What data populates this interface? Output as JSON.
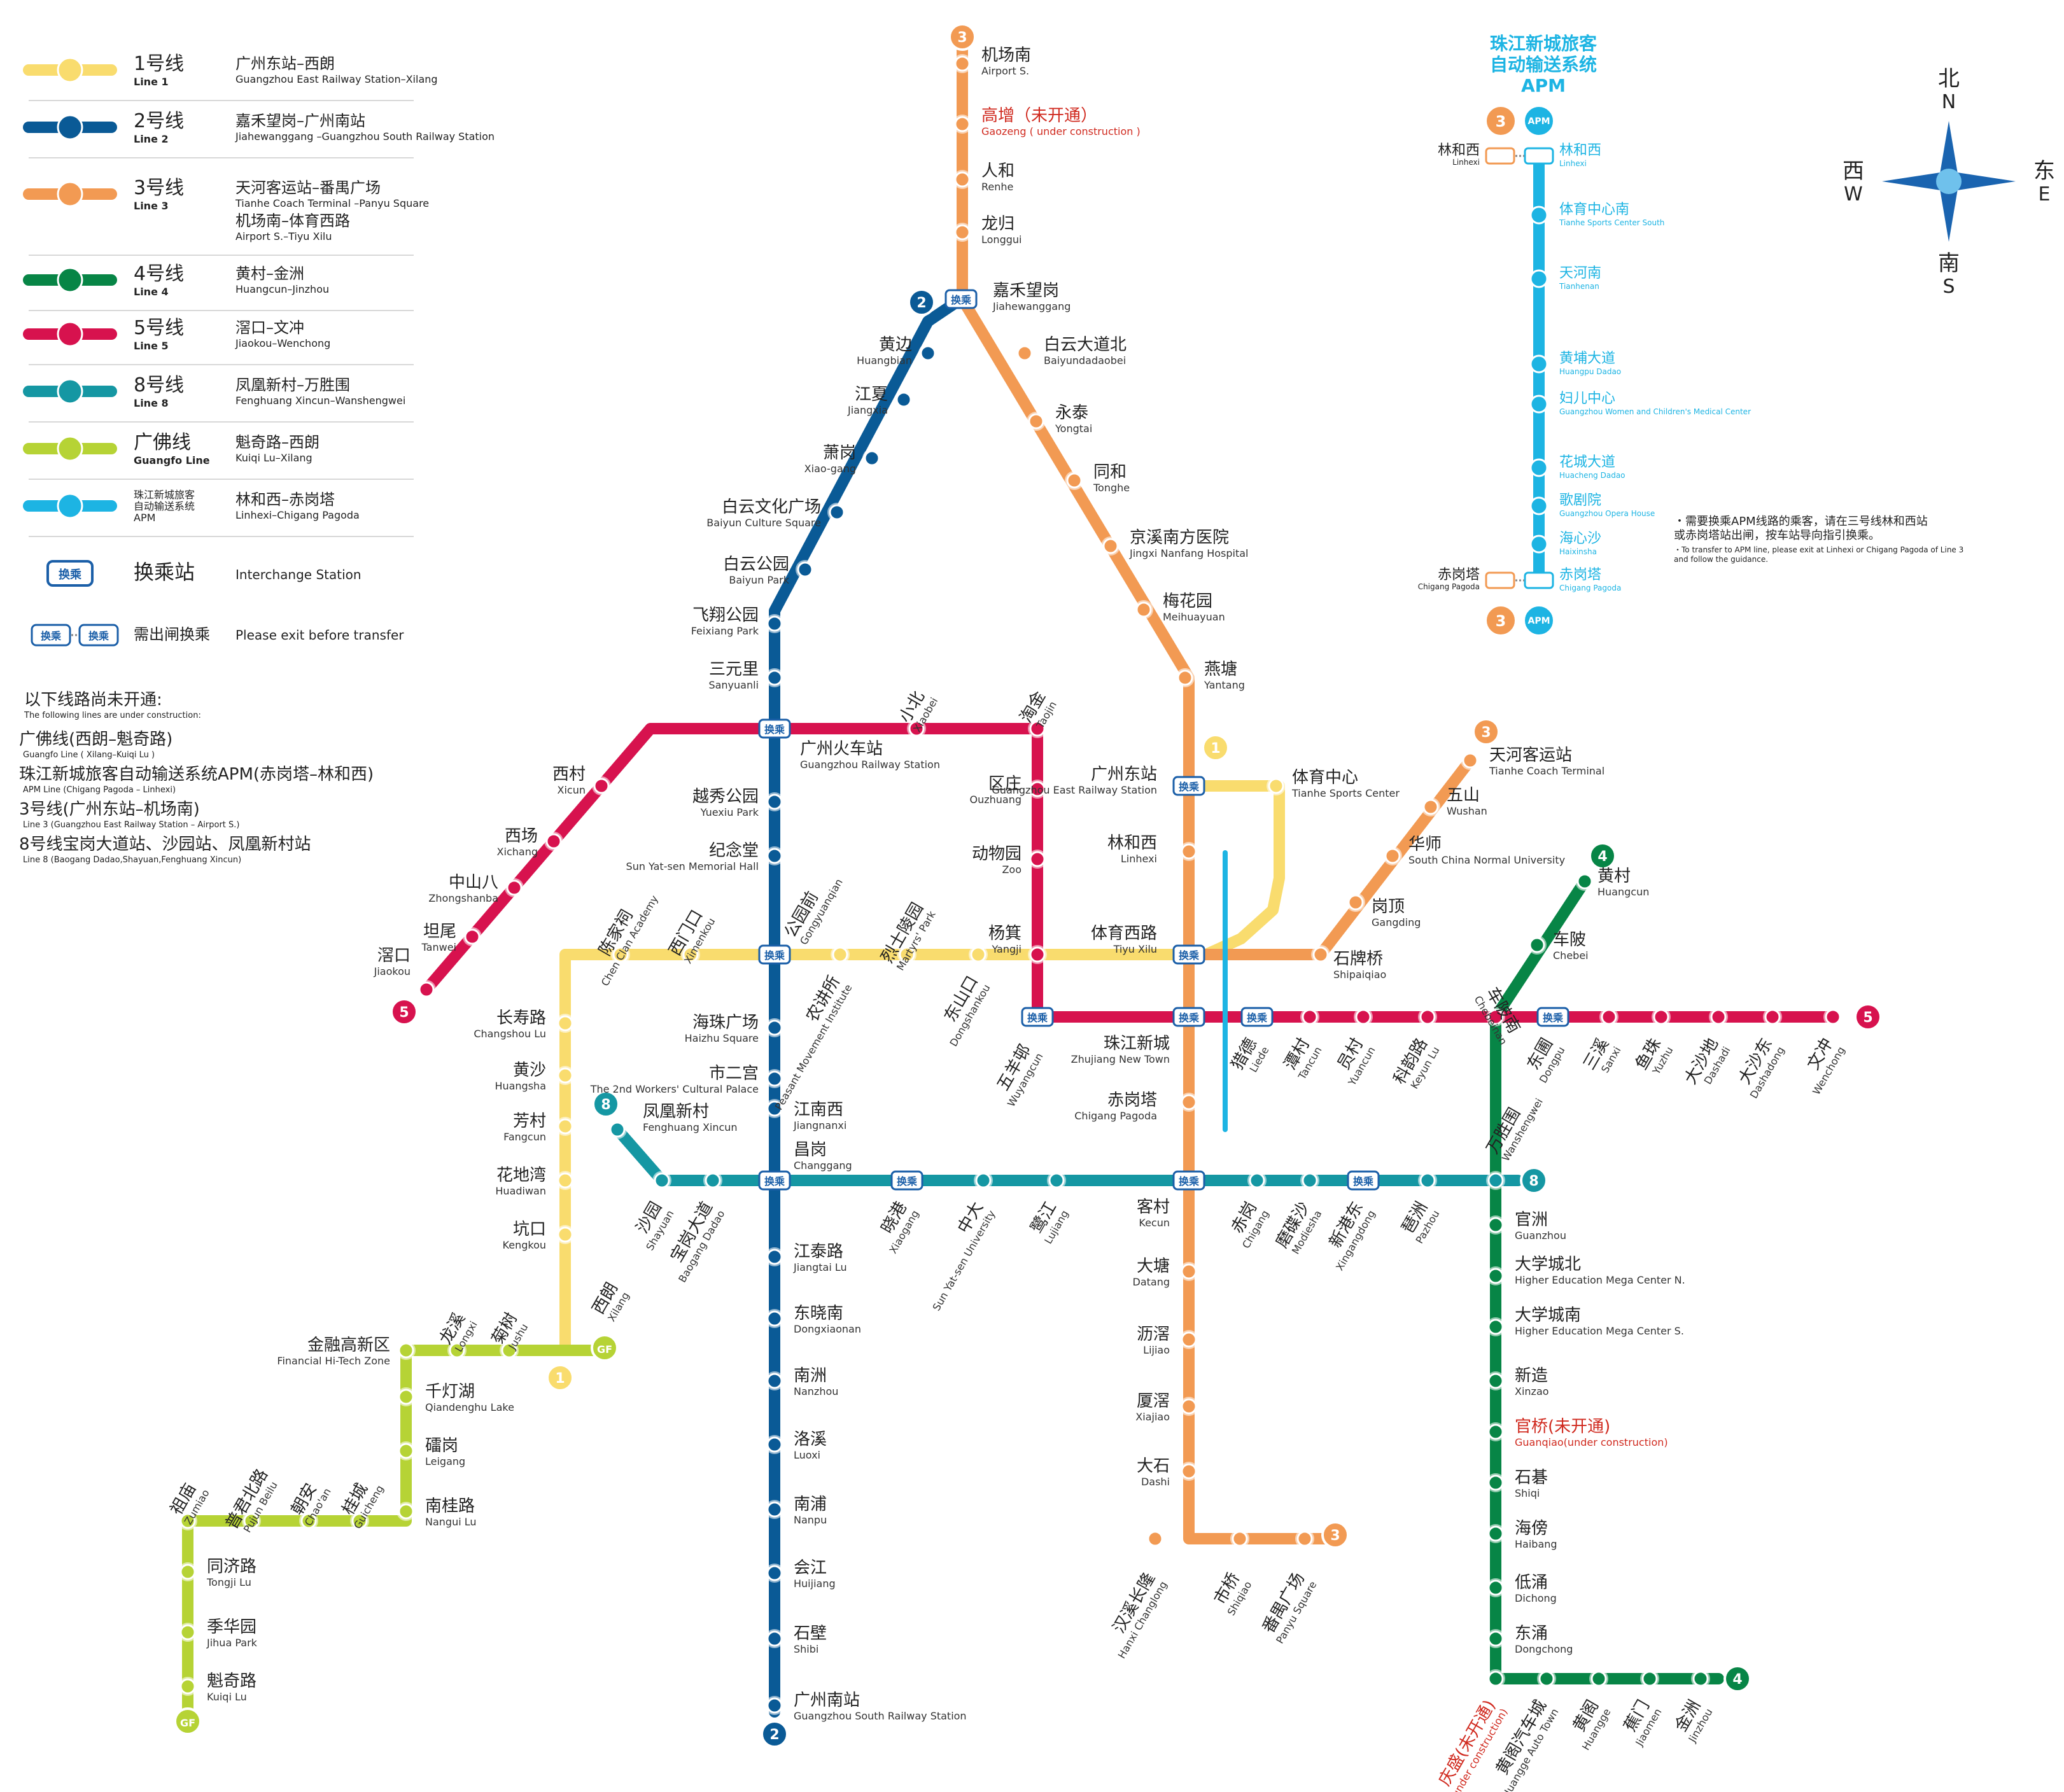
{
  "colors": {
    "line1": "#F9DC6E",
    "line2": "#0A5A96",
    "line3": "#F29A53",
    "line4": "#078546",
    "line5": "#D7124E",
    "line8": "#1597A3",
    "gf": "#B6D335",
    "apm": "#1DB4E3",
    "uc": "#D02A1F"
  },
  "legend": {
    "lines": [
      {
        "key": "line1",
        "name": "1号线",
        "en": "Line 1",
        "route_cn": "广州东站–西朗",
        "route_en": "Guangzhou East Railway Station–Xilang"
      },
      {
        "key": "line2",
        "name": "2号线",
        "en": "Line 2",
        "route_cn": "嘉禾望岗–广州南站",
        "route_en": "Jiahewanggang –Guangzhou South Railway Station"
      },
      {
        "key": "line3",
        "name": "3号线",
        "en": "Line 3",
        "route_cn": "天河客运站–番禺广场",
        "route_en": "Tianhe Coach Terminal –Panyu Square",
        "route2_cn": "机场南–体育西路",
        "route2_en": "Airport S.–Tiyu Xilu"
      },
      {
        "key": "line4",
        "name": "4号线",
        "en": "Line 4",
        "route_cn": "黄村–金洲",
        "route_en": "Huangcun–Jinzhou"
      },
      {
        "key": "line5",
        "name": "5号线",
        "en": "Line 5",
        "route_cn": "滘口–文冲",
        "route_en": "Jiaokou–Wenchong"
      },
      {
        "key": "line8",
        "name": "8号线",
        "en": "Line 8",
        "route_cn": "凤凰新村–万胜围",
        "route_en": "Fenghuang Xincun–Wanshengwei"
      },
      {
        "key": "gf",
        "name": "广佛线",
        "en": "Guangfo Line",
        "route_cn": "魁奇路–西朗",
        "route_en": "Kuiqi Lu–Xilang"
      },
      {
        "key": "apm",
        "name": "珠江新城旅客自动输送系统",
        "en": "APM",
        "route_cn": "林和西–赤岗塔",
        "route_en": "Linhexi–Chigang Pagoda"
      }
    ],
    "interchange_cn": "换乘站",
    "interchange_en": "Interchange Station",
    "exit_en": "Please exit before transfer",
    "exit_cn": "需出闸换乘",
    "badge": "换乘"
  },
  "under_construction": {
    "title_cn": "以下线路尚未开通:",
    "title_en": "The following lines are under construction:",
    "items": [
      {
        "cn": "广佛线(西朗–魁奇路)",
        "en": "Guangfo Line ( Xilang–Kuiqi Lu )"
      },
      {
        "cn": "珠江新城旅客自动输送系统APM(赤岗塔–林和西)",
        "en": "APM Line (Chigang Pagoda – Linhexi)"
      },
      {
        "cn": "3号线(广州东站–机场南)",
        "en": "Line 3 (Guangzhou East Railway Station – Airport S.)"
      },
      {
        "cn": "8号线宝岗大道站、沙园站、凤凰新村站",
        "en": "Line 8 (Baogang Dadao,Shayuan,Fenghuang Xincun)"
      }
    ]
  },
  "apm_panel": {
    "title": [
      "珠江新城旅客",
      "自动输送系统",
      "APM"
    ],
    "note_cn": [
      "・需要换乘APM线路的乘客，请在三号线林和西站",
      "或赤岗塔站出闸，按车站导向指引换乘。"
    ],
    "note_en": [
      "・To transfer to APM line, please exit at Linhexi or Chigang Pagoda of Line 3",
      "and follow the guidance."
    ],
    "line_label": "APM",
    "left_top": {
      "cn": "林和西",
      "en": "Linhexi"
    },
    "left_bottom": {
      "cn": "赤岗塔",
      "en": "Chigang Pagoda"
    },
    "stations": [
      {
        "cn": "林和西",
        "en": "Linhexi"
      },
      {
        "cn": "体育中心南",
        "en": "Tianhe Sports Center South"
      },
      {
        "cn": "天河南",
        "en": "Tianhenan"
      },
      {
        "cn": "黄埔大道",
        "en": "Huangpu Dadao"
      },
      {
        "cn": "妇儿中心",
        "en": "Guangzhou Women and Children's Medical Center"
      },
      {
        "cn": "花城大道",
        "en": "Huacheng Dadao"
      },
      {
        "cn": "歌剧院",
        "en": "Guangzhou Opera House"
      },
      {
        "cn": "海心沙",
        "en": "Haixinsha"
      },
      {
        "cn": "赤岗塔",
        "en": "Chigang Pagoda"
      }
    ]
  },
  "compass": {
    "n_cn": "北",
    "n": "N",
    "s_cn": "南",
    "s": "S",
    "e_cn": "东",
    "e": "E",
    "w_cn": "西",
    "w": "W"
  },
  "terminus_labels": {
    "line1": "1",
    "line2": "2",
    "line3": "3",
    "line4": "4",
    "line5": "5",
    "line8": "8",
    "gf": "GF",
    "apm": "APM"
  },
  "stations": [
    {
      "cn": "机场南",
      "en": "Airport S.",
      "l": "3"
    },
    {
      "cn": "高增（未开通）",
      "en": "Gaozeng ( under construction )",
      "l": "3",
      "uc": true
    },
    {
      "cn": "人和",
      "en": "Renhe",
      "l": "3"
    },
    {
      "cn": "龙归",
      "en": "Longgui",
      "l": "3"
    },
    {
      "cn": "嘉禾望岗",
      "en": "Jiahewanggang",
      "l": "3"
    },
    {
      "cn": "白云大道北",
      "en": "Baiyundadaobei",
      "l": "3"
    },
    {
      "cn": "永泰",
      "en": "Yongtai",
      "l": "3"
    },
    {
      "cn": "同和",
      "en": "Tonghe",
      "l": "3"
    },
    {
      "cn": "京溪南方医院",
      "en": "Jingxi Nanfang Hospital",
      "l": "3"
    },
    {
      "cn": "梅花园",
      "en": "Meihuayuan",
      "l": "3"
    },
    {
      "cn": "燕塘",
      "en": "Yantang",
      "l": "3"
    },
    {
      "cn": "广州东站",
      "en": "Guangzhou East Railway Station",
      "l": "3"
    },
    {
      "cn": "林和西",
      "en": "Linhexi",
      "l": "3"
    },
    {
      "cn": "体育西路",
      "en": "Tiyu Xilu",
      "l": "3"
    },
    {
      "cn": "珠江新城",
      "en": "Zhujiang New Town",
      "l": "3"
    },
    {
      "cn": "赤岗塔",
      "en": "Chigang Pagoda",
      "l": "3"
    },
    {
      "cn": "客村",
      "en": "Kecun",
      "l": "3"
    },
    {
      "cn": "大塘",
      "en": "Datang",
      "l": "3"
    },
    {
      "cn": "沥滘",
      "en": "Lijiao",
      "l": "3"
    },
    {
      "cn": "厦滘",
      "en": "Xiajiao",
      "l": "3"
    },
    {
      "cn": "大石",
      "en": "Dashi",
      "l": "3"
    },
    {
      "cn": "汉溪长隆",
      "en": "Hanxi Changlong",
      "l": "3"
    },
    {
      "cn": "市桥",
      "en": "Shiqiao",
      "l": "3"
    },
    {
      "cn": "番禺广场",
      "en": "Panyu Square",
      "l": "3"
    },
    {
      "cn": "石牌桥",
      "en": "Shipaiqiao",
      "l": "3"
    },
    {
      "cn": "岗顶",
      "en": "Gangding",
      "l": "3"
    },
    {
      "cn": "华师",
      "en": "South China Normal University",
      "l": "3"
    },
    {
      "cn": "五山",
      "en": "Wushan",
      "l": "3"
    },
    {
      "cn": "天河客运站",
      "en": "Tianhe Coach Terminal",
      "l": "3"
    },
    {
      "cn": "体育中心",
      "en": "Tianhe Sports Center",
      "l": "1"
    },
    {
      "cn": "黄边",
      "en": "Huangbian",
      "l": "2"
    },
    {
      "cn": "江夏",
      "en": "Jiangxia",
      "l": "2"
    },
    {
      "cn": "萧岗",
      "en": "Xiao-gang",
      "l": "2"
    },
    {
      "cn": "白云文化广场",
      "en": "Baiyun Culture Square",
      "l": "2"
    },
    {
      "cn": "白云公园",
      "en": "Baiyun Park",
      "l": "2"
    },
    {
      "cn": "飞翔公园",
      "en": "Feixiang Park",
      "l": "2"
    },
    {
      "cn": "三元里",
      "en": "Sanyuanli",
      "l": "2"
    },
    {
      "cn": "广州火车站",
      "en": "Guangzhou Railway Station",
      "l": "2"
    },
    {
      "cn": "越秀公园",
      "en": "Yuexiu Park",
      "l": "2"
    },
    {
      "cn": "纪念堂",
      "en": "Sun Yat-sen Memorial Hall",
      "l": "2"
    },
    {
      "cn": "公园前",
      "en": "Gongyuanqian",
      "l": "2"
    },
    {
      "cn": "海珠广场",
      "en": "Haizhu Square",
      "l": "2"
    },
    {
      "cn": "市二宫",
      "en": "The 2nd Workers' Cultural Palace",
      "l": "2"
    },
    {
      "cn": "江南西",
      "en": "Jiangnanxi",
      "l": "2"
    },
    {
      "cn": "昌岗",
      "en": "Changgang",
      "l": "2"
    },
    {
      "cn": "江泰路",
      "en": "Jiangtai Lu",
      "l": "2"
    },
    {
      "cn": "东晓南",
      "en": "Dongxiaonan",
      "l": "2"
    },
    {
      "cn": "南洲",
      "en": "Nanzhou",
      "l": "2"
    },
    {
      "cn": "洛溪",
      "en": "Luoxi",
      "l": "2"
    },
    {
      "cn": "南浦",
      "en": "Nanpu",
      "l": "2"
    },
    {
      "cn": "会江",
      "en": "Huijiang",
      "l": "2"
    },
    {
      "cn": "石壁",
      "en": "Shibi",
      "l": "2"
    },
    {
      "cn": "广州南站",
      "en": "Guangzhou South Railway Station",
      "l": "2"
    },
    {
      "cn": "滘口",
      "en": "Jiaokou",
      "l": "5"
    },
    {
      "cn": "坦尾",
      "en": "Tanwei",
      "l": "5"
    },
    {
      "cn": "中山八",
      "en": "Zhongshanba",
      "l": "5"
    },
    {
      "cn": "西场",
      "en": "Xichang",
      "l": "5"
    },
    {
      "cn": "西村",
      "en": "Xicun",
      "l": "5"
    },
    {
      "cn": "小北",
      "en": "Xiaobei",
      "l": "5"
    },
    {
      "cn": "淘金",
      "en": "Taojin",
      "l": "5"
    },
    {
      "cn": "区庄",
      "en": "Ouzhuang",
      "l": "5"
    },
    {
      "cn": "动物园",
      "en": "Zoo",
      "l": "5"
    },
    {
      "cn": "杨箕",
      "en": "Yangji",
      "l": "5"
    },
    {
      "cn": "五羊邨",
      "en": "Wuyangcun",
      "l": "5"
    },
    {
      "cn": "猎德",
      "en": "Liede",
      "l": "5"
    },
    {
      "cn": "潭村",
      "en": "Tancun",
      "l": "5"
    },
    {
      "cn": "员村",
      "en": "Yuancun",
      "l": "5"
    },
    {
      "cn": "科韵路",
      "en": "Keyun Lu",
      "l": "5"
    },
    {
      "cn": "车陂南",
      "en": "Chebeinan",
      "l": "5"
    },
    {
      "cn": "东圃",
      "en": "Dongpu",
      "l": "5"
    },
    {
      "cn": "三溪",
      "en": "Sanxi",
      "l": "5"
    },
    {
      "cn": "鱼珠",
      "en": "Yuzhu",
      "l": "5"
    },
    {
      "cn": "大沙地",
      "en": "Dashadi",
      "l": "5"
    },
    {
      "cn": "大沙东",
      "en": "Dashadong",
      "l": "5"
    },
    {
      "cn": "文冲",
      "en": "Wenchong",
      "l": "5"
    },
    {
      "cn": "陈家祠",
      "en": "Chen Clan Academy",
      "l": "1"
    },
    {
      "cn": "西门口",
      "en": "Ximenkou",
      "l": "1"
    },
    {
      "cn": "农讲所",
      "en": "Peasant Movement Institute",
      "l": "1"
    },
    {
      "cn": "烈士陵园",
      "en": "Martyrs' Park",
      "l": "1"
    },
    {
      "cn": "东山口",
      "en": "Dongshankou",
      "l": "1"
    },
    {
      "cn": "长寿路",
      "en": "Changshou Lu",
      "l": "1"
    },
    {
      "cn": "黄沙",
      "en": "Huangsha",
      "l": "1"
    },
    {
      "cn": "芳村",
      "en": "Fangcun",
      "l": "1"
    },
    {
      "cn": "花地湾",
      "en": "Huadiwan",
      "l": "1"
    },
    {
      "cn": "坑口",
      "en": "Kengkou",
      "l": "1"
    },
    {
      "cn": "西朗",
      "en": "Xilang",
      "l": "1"
    },
    {
      "cn": "凤凰新村",
      "en": "Fenghuang Xincun",
      "l": "8"
    },
    {
      "cn": "沙园",
      "en": "Shayuan",
      "l": "8"
    },
    {
      "cn": "宝岗大道",
      "en": "Baogang Dadao",
      "l": "8"
    },
    {
      "cn": "晓港",
      "en": "Xiaogang",
      "l": "8"
    },
    {
      "cn": "中大",
      "en": "Sun Yat-sen University",
      "l": "8"
    },
    {
      "cn": "鹭江",
      "en": "Lujiang",
      "l": "8"
    },
    {
      "cn": "赤岗",
      "en": "Chigang",
      "l": "8"
    },
    {
      "cn": "磨碟沙",
      "en": "Modiesha",
      "l": "8"
    },
    {
      "cn": "新港东",
      "en": "Xingangdong",
      "l": "8"
    },
    {
      "cn": "琶洲",
      "en": "Pazhou",
      "l": "8"
    },
    {
      "cn": "万胜围",
      "en": "Wanshengwei",
      "l": "8"
    },
    {
      "cn": "黄村",
      "en": "Huangcun",
      "l": "4"
    },
    {
      "cn": "车陂",
      "en": "Chebei",
      "l": "4"
    },
    {
      "cn": "官洲",
      "en": "Guanzhou",
      "l": "4"
    },
    {
      "cn": "大学城北",
      "en": "Higher Education Mega Center N.",
      "l": "4"
    },
    {
      "cn": "大学城南",
      "en": "Higher Education Mega Center S.",
      "l": "4"
    },
    {
      "cn": "新造",
      "en": "Xinzao",
      "l": "4"
    },
    {
      "cn": "官桥(未开通)",
      "en": "Guanqiao(under construction)",
      "l": "4",
      "uc": true
    },
    {
      "cn": "石碁",
      "en": "Shiqi",
      "l": "4"
    },
    {
      "cn": "海傍",
      "en": "Haibang",
      "l": "4"
    },
    {
      "cn": "低涌",
      "en": "Dichong",
      "l": "4"
    },
    {
      "cn": "东涌",
      "en": "Dongchong",
      "l": "4"
    },
    {
      "cn": "庆盛(未开通)",
      "en": "Qingsheng (under construction)",
      "l": "4",
      "uc": true
    },
    {
      "cn": "黄阁汽车城",
      "en": "Huangge Auto Town",
      "l": "4"
    },
    {
      "cn": "黄阁",
      "en": "Huangge",
      "l": "4"
    },
    {
      "cn": "蕉门",
      "en": "Jiaomen",
      "l": "4"
    },
    {
      "cn": "金洲",
      "en": "Jinzhou",
      "l": "4"
    },
    {
      "cn": "龙溪",
      "en": "Longxi",
      "l": "gf"
    },
    {
      "cn": "菊树",
      "en": "Jushu",
      "l": "gf"
    },
    {
      "cn": "金融高新区",
      "en": "Financial Hi-Tech Zone",
      "l": "gf"
    },
    {
      "cn": "千灯湖",
      "en": "Qiandenghu Lake",
      "l": "gf"
    },
    {
      "cn": "礌岗",
      "en": "Leigang",
      "l": "gf"
    },
    {
      "cn": "南桂路",
      "en": "Nangui Lu",
      "l": "gf"
    },
    {
      "cn": "桂城",
      "en": "Guicheng",
      "l": "gf"
    },
    {
      "cn": "朝安",
      "en": "Chao'an",
      "l": "gf"
    },
    {
      "cn": "普君北路",
      "en": "Pujun Beilu",
      "l": "gf"
    },
    {
      "cn": "祖庙",
      "en": "Zumiao",
      "l": "gf"
    },
    {
      "cn": "同济路",
      "en": "Tongji Lu",
      "l": "gf"
    },
    {
      "cn": "季华园",
      "en": "Jihua Park",
      "l": "gf"
    },
    {
      "cn": "魁奇路",
      "en": "Kuiqi Lu",
      "l": "gf"
    }
  ]
}
